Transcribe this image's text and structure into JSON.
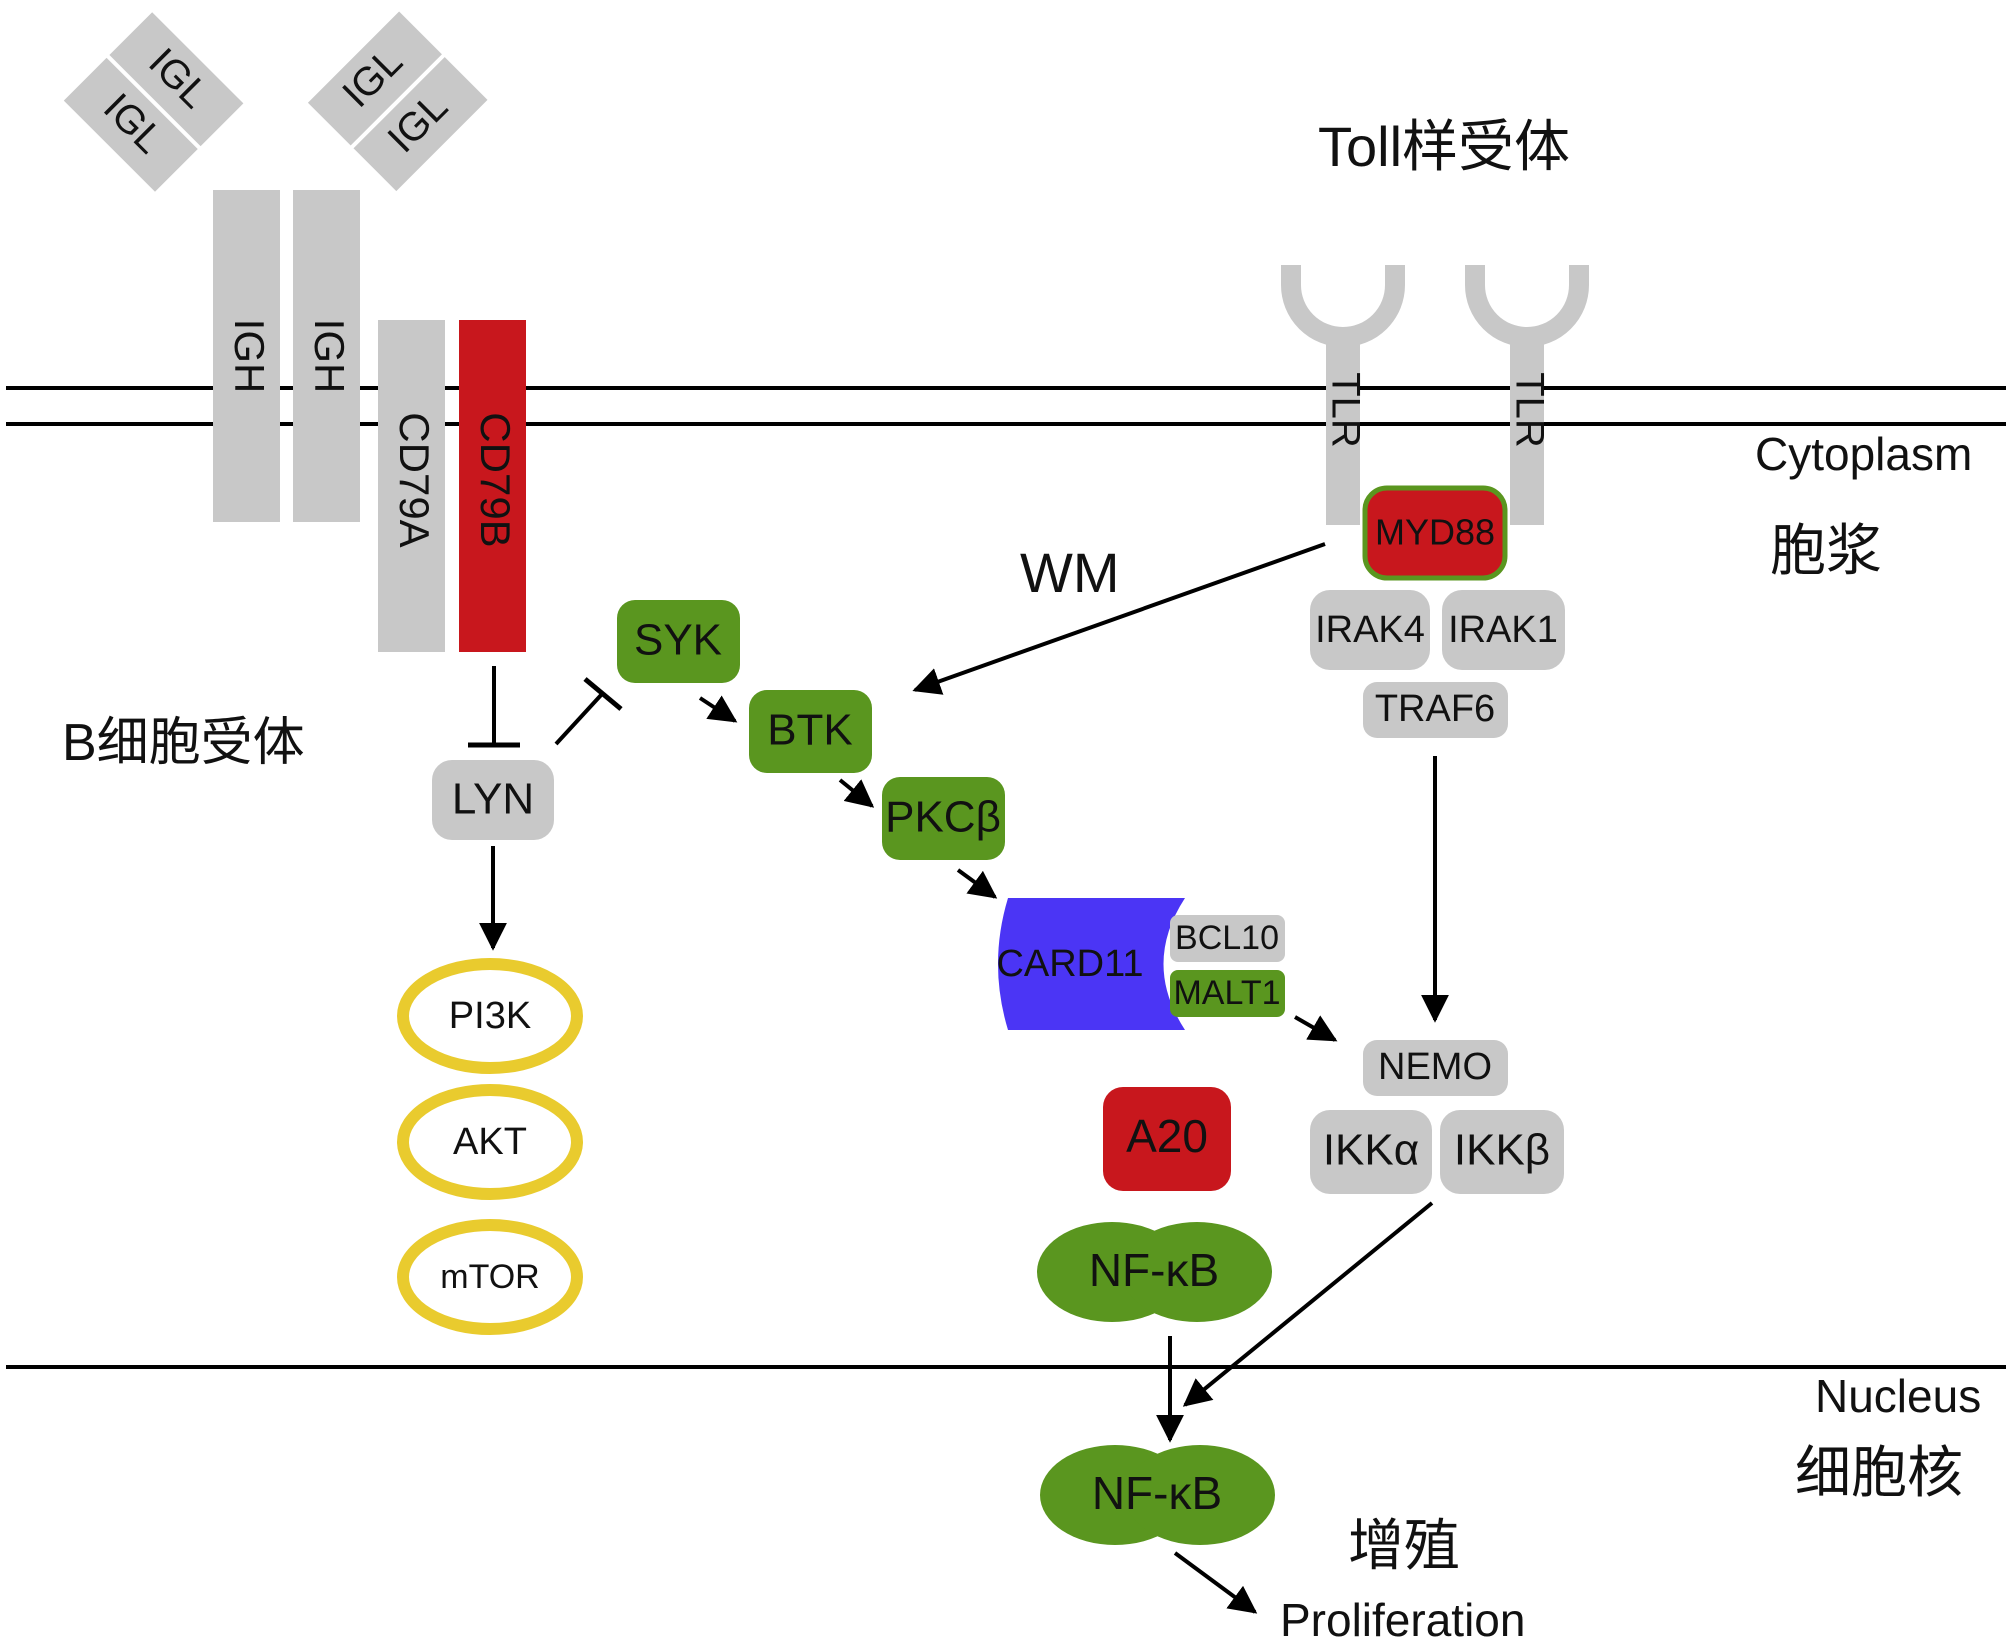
{
  "colors": {
    "gray": "#c8c8c8",
    "red": "#c8171d",
    "green": "#5a961f",
    "blue": "#4b35f5",
    "yellow": "#e9cb2e",
    "line": "#000000"
  },
  "labels": {
    "igl": "IGL",
    "igh": "IGH",
    "cd79a": "CD79A",
    "cd79b": "CD79B",
    "tlr": "TLR",
    "toll_title": "Toll样受体",
    "bcr_title": "B细胞受体",
    "cytoplasm_en": "Cytoplasm",
    "cytoplasm_zh": "胞浆",
    "nucleus_en": "Nucleus",
    "nucleus_zh": "细胞核",
    "wm": "WM",
    "myd88": "MYD88",
    "irak4": "IRAK4",
    "irak1": "IRAK1",
    "traf6": "TRAF6",
    "syk": "SYK",
    "btk": "BTK",
    "pkcb": "PKCβ",
    "card11": "CARD11",
    "bcl10": "BCL10",
    "malt1": "MALT1",
    "nemo": "NEMO",
    "ikka": "IKKα",
    "ikkb": "IKKβ",
    "a20": "A20",
    "lyn": "LYN",
    "pi3k": "PI3K",
    "akt": "AKT",
    "mtor": "mTOR",
    "nfkb_cyto": "NF-κB",
    "nfkb_nuc": "NF-κB",
    "proliferation_zh": "增殖",
    "proliferation_en": "Proliferation"
  }
}
